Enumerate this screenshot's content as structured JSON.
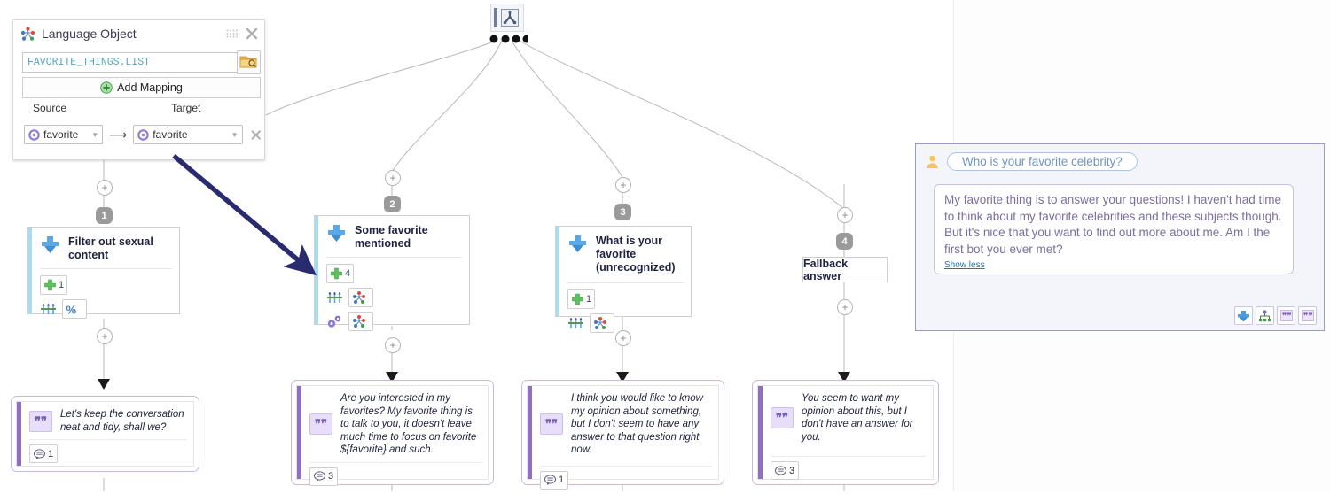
{
  "panel": {
    "title": "Language Object",
    "icon": "language-object-icon",
    "grip_icon": "drag-grip-icon",
    "close_icon": "close-icon",
    "list_value": "FAVORITE_THINGS.LIST",
    "list_placeholder": "FAVORITE_THINGS.LIST",
    "browse_icon": "folder-search-icon",
    "add_mapping_label": "Add Mapping",
    "add_mapping_icon": "plus-circle-icon",
    "source_header": "Source",
    "target_header": "Target",
    "mapping": {
      "source_value": "favorite",
      "target_value": "favorite",
      "source_icon": "gear-icon",
      "target_icon": "gear-icon",
      "arrow_icon": "arrow-right-icon",
      "remove_icon": "close-icon"
    }
  },
  "root": {
    "icon": "flow-root-icon",
    "outputs": 4
  },
  "nodes": [
    {
      "badge": "1",
      "title": "Filter out sexual content",
      "icon": "input-node-icon",
      "chips": [
        {
          "icon": "plus-green-icon",
          "count": "1"
        },
        {
          "icon": "sliders-icon",
          "count": ""
        },
        {
          "icon": "percent-icon",
          "count": ""
        }
      ]
    },
    {
      "badge": "2",
      "title": "Some favorite mentioned",
      "icon": "input-node-icon",
      "chips": [
        {
          "icon": "plus-green-icon",
          "count": "4"
        },
        {
          "icon": "sliders-icon",
          "count": ""
        },
        {
          "icon": "language-object-icon",
          "count": ""
        },
        {
          "icon": "gears-icon",
          "count": ""
        },
        {
          "icon": "language-object-icon",
          "count": ""
        }
      ]
    },
    {
      "badge": "3",
      "title": "What is your favorite (unrecognized)",
      "icon": "input-node-icon",
      "chips": [
        {
          "icon": "plus-green-icon",
          "count": "1"
        },
        {
          "icon": "sliders-icon",
          "count": ""
        },
        {
          "icon": "language-object-icon",
          "count": ""
        }
      ]
    },
    {
      "badge": "4",
      "title": "Fallback answer",
      "icon": "",
      "chips": []
    }
  ],
  "messages": [
    {
      "text": "Let's keep the conversation neat and tidy, shall we?",
      "count": "1",
      "quote_icon": "quote-icon",
      "count_icon": "speech-bubble-icon"
    },
    {
      "text": "Are you interested in my favorites? My favorite thing is to talk to you, it doesn't leave much time to focus on favorite ${favorite} and such.",
      "count": "3",
      "quote_icon": "quote-icon",
      "count_icon": "speech-bubble-icon"
    },
    {
      "text": "I think you would like to know my opinion about something, but I don't seem to have any answer to that question right now.",
      "count": "1",
      "quote_icon": "quote-icon",
      "count_icon": "speech-bubble-icon"
    },
    {
      "text": "You seem to want my opinion about this, but I don't have an answer for you.",
      "count": "3",
      "quote_icon": "quote-icon",
      "count_icon": "speech-bubble-icon"
    }
  ],
  "chat": {
    "user_icon": "user-avatar-icon",
    "user_message": "Who is your favorite celebrity?",
    "bot_message_line1": "My favorite thing is to answer your questions! I haven't had time to think about my favorite celebrities and these subjects though.",
    "bot_message_line2": "But it's nice that you want to find out more about me. Am I the first bot you ever met?",
    "show_less_label": "Show less",
    "smiley_icon": "smiley-icon",
    "toolbar": [
      {
        "icon": "input-node-icon"
      },
      {
        "icon": "flow-tree-icon"
      },
      {
        "icon": "quote-icon"
      },
      {
        "icon": "quote-icon"
      }
    ]
  },
  "colors": {
    "accent_blue": "#5aa9e6",
    "node_bar": "#a9dcf0",
    "purple_bar": "#8f70c0",
    "badge_gray": "#9a9a9a",
    "annotation_arrow": "#2a2a6e",
    "code_text": "#5ba3b5"
  }
}
